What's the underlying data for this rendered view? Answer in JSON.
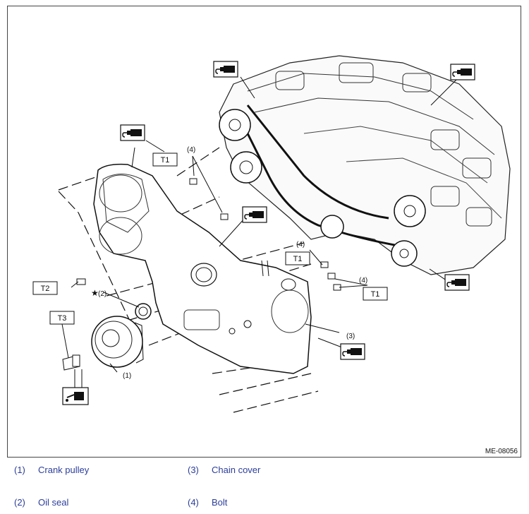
{
  "figure": {
    "code": "ME-08056",
    "callouts": {
      "c1": "(1)",
      "c2": "(2)",
      "c3": "(3)",
      "c4a": "(4)",
      "c4b": "(4)",
      "c4c": "(4)",
      "star": "★"
    },
    "torque_labels": {
      "t1a": "T1",
      "t1b": "T1",
      "t1c": "T1",
      "t2": "T2",
      "t3": "T3"
    },
    "icons": [
      "sealant-tube-icon",
      "oil-can-icon"
    ]
  },
  "legend": [
    {
      "num": "(1)",
      "label": "Crank pulley"
    },
    {
      "num": "(3)",
      "label": "Chain cover"
    },
    {
      "num": "(2)",
      "label": "Oil seal"
    },
    {
      "num": "(4)",
      "label": "Bolt"
    }
  ]
}
